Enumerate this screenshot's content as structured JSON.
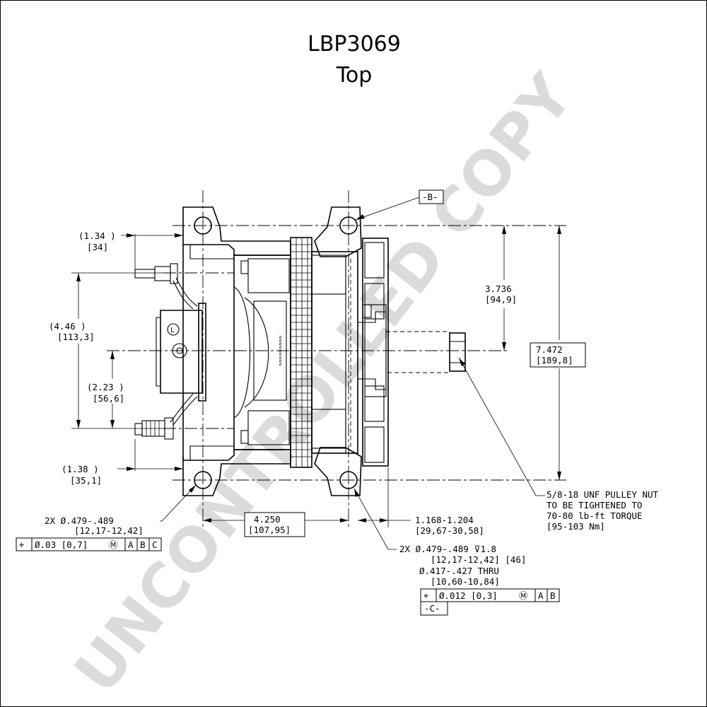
{
  "header": {
    "part_number": "LBP3069",
    "view": "Top"
  },
  "watermark": "UNCONTROLLED COPY",
  "datums": {
    "b": "-B-",
    "c": "-C-"
  },
  "dims": {
    "d134_a": "(1.34  )",
    "d134_b": "[34]",
    "d446_a": "(4.46    )",
    "d446_b": "[113,3]",
    "d223_a": "(2.23   )",
    "d223_b": "[56,6]",
    "d138_a": "(1.38   )",
    "d138_b": "[35,1]",
    "d3736_a": "3.736",
    "d3736_b": "[94,9]",
    "d7472_a": "7.472",
    "d7472_b": "[189,8]",
    "d4250_a": "4.250",
    "d4250_b": "[107,95]",
    "d1168_a": "1.168-1.204",
    "d1168_b": "[29,67-30,58]"
  },
  "notes": {
    "pulley_1": "5/8-18 UNF PULLEY NUT",
    "pulley_2": "TO BE TIGHTENED TO",
    "pulley_3": "70-80 lb-ft TORQUE",
    "pulley_4": "[95-103 Nm]",
    "hole_left_1": "2X Ø.479-.489",
    "hole_left_2": "[12,17-12,42]",
    "hole_right_1": "2X Ø.479-.489    ⊽1.8",
    "hole_right_2": "[12,17-12,42]  [46]",
    "hole_right_3": "Ø.417-.427     THRU",
    "hole_right_4": "[10,60-10,84]"
  },
  "fcf_left": {
    "tol": "Ø.03 [0,7]",
    "a": "A",
    "b": "B",
    "c": "C"
  },
  "fcf_right": {
    "tol": "Ø.012 [0,3]",
    "a": "A",
    "b": "B"
  },
  "symbols": {
    "position": "⌖",
    "mmc": "Ⓜ",
    "ground": "L"
  }
}
